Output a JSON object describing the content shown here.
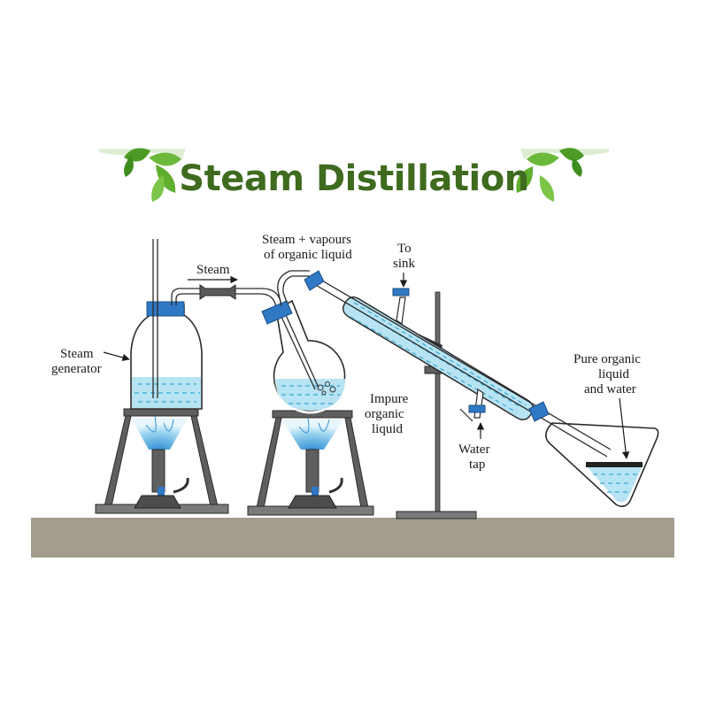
{
  "title": "Steam Distillation",
  "labels": {
    "steam_generator_1": "Steam",
    "steam_generator_2": "generator",
    "steam": "Steam",
    "vapours_1": "Steam + vapours",
    "vapours_2": "of organic liquid",
    "to_sink_1": "To",
    "to_sink_2": "sink",
    "impure_1": "Impure",
    "impure_2": "organic",
    "impure_3": "liquid",
    "water_tap_1": "Water",
    "water_tap_2": "tap",
    "pure_1": "Pure organic",
    "pure_2": "liquid",
    "pure_3": "and water"
  },
  "colors": {
    "title": "#3f6b1f",
    "water": "#b7e3f2",
    "stopper": "#2f78c4",
    "ground": "#a39d8f",
    "leaf": "#5fae2e"
  }
}
